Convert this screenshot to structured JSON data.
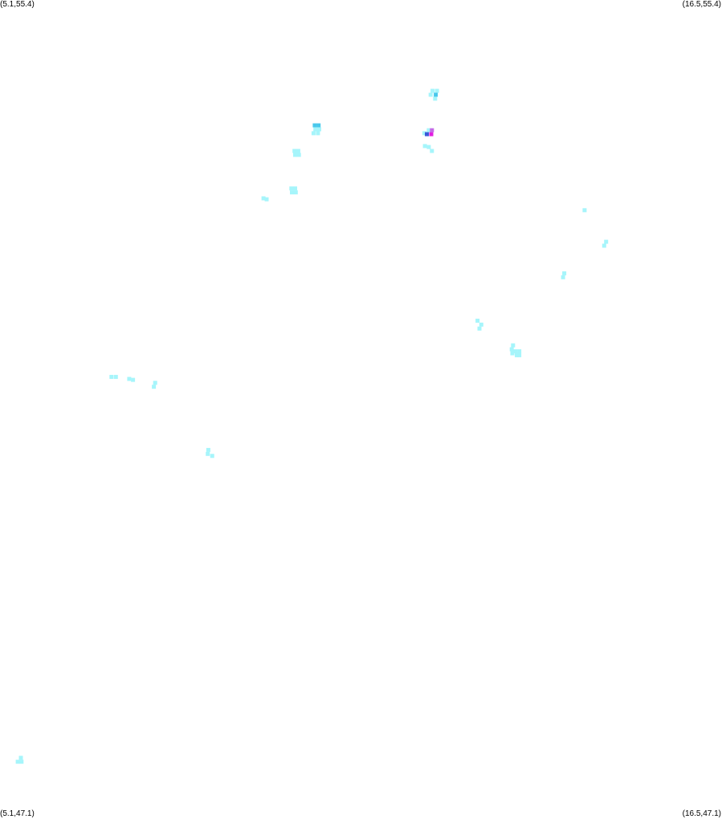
{
  "map": {
    "corners": {
      "top_left": "(5.1,55.4)",
      "top_right": "(16.5,55.4)",
      "bottom_left": "(5.1,47.1)",
      "bottom_right": "(16.5,47.1)"
    },
    "bounds": {
      "lon_min": 5.1,
      "lon_max": 16.5,
      "lat_min": 47.1,
      "lat_max": 55.4
    },
    "colors": {
      "background": "#ffffff",
      "low": "#a6f5fb",
      "mid": "#6ad8f0",
      "high": "#49c8ec",
      "blue": "#3a5bd8",
      "magenta": "#e21ee0",
      "violet": "#c46ae6"
    },
    "cells": [
      {
        "lon": 11.93,
        "lat": 54.48,
        "level": "low"
      },
      {
        "lon": 12.0,
        "lat": 54.48,
        "level": "low"
      },
      {
        "lon": 11.9,
        "lat": 54.44,
        "level": "low"
      },
      {
        "lon": 11.98,
        "lat": 54.44,
        "level": "high"
      },
      {
        "lon": 11.97,
        "lat": 54.4,
        "level": "low"
      },
      {
        "lon": 10.07,
        "lat": 54.13,
        "level": "high"
      },
      {
        "lon": 10.13,
        "lat": 54.13,
        "level": "high"
      },
      {
        "lon": 10.08,
        "lat": 54.09,
        "level": "low"
      },
      {
        "lon": 10.14,
        "lat": 54.09,
        "level": "low"
      },
      {
        "lon": 10.05,
        "lat": 54.05,
        "level": "low"
      },
      {
        "lon": 10.12,
        "lat": 54.05,
        "level": "low"
      },
      {
        "lon": 11.8,
        "lat": 54.05,
        "level": "low"
      },
      {
        "lon": 11.87,
        "lat": 54.08,
        "level": "low"
      },
      {
        "lon": 11.84,
        "lat": 54.04,
        "level": "blue"
      },
      {
        "lon": 11.91,
        "lat": 54.04,
        "level": "magenta"
      },
      {
        "lon": 11.92,
        "lat": 54.08,
        "level": "violet"
      },
      {
        "lon": 11.81,
        "lat": 53.92,
        "level": "low"
      },
      {
        "lon": 11.87,
        "lat": 53.91,
        "level": "low"
      },
      {
        "lon": 11.92,
        "lat": 53.87,
        "level": "low"
      },
      {
        "lon": 9.75,
        "lat": 53.87,
        "level": "low"
      },
      {
        "lon": 9.81,
        "lat": 53.87,
        "level": "low"
      },
      {
        "lon": 9.76,
        "lat": 53.83,
        "level": "low"
      },
      {
        "lon": 9.82,
        "lat": 53.83,
        "level": "low"
      },
      {
        "lon": 9.7,
        "lat": 53.49,
        "level": "low"
      },
      {
        "lon": 9.76,
        "lat": 53.49,
        "level": "low"
      },
      {
        "lon": 9.71,
        "lat": 53.45,
        "level": "low"
      },
      {
        "lon": 9.77,
        "lat": 53.45,
        "level": "low"
      },
      {
        "lon": 9.26,
        "lat": 53.39,
        "level": "low"
      },
      {
        "lon": 9.31,
        "lat": 53.38,
        "level": "low"
      },
      {
        "lon": 14.33,
        "lat": 53.27,
        "level": "low"
      },
      {
        "lon": 14.67,
        "lat": 52.95,
        "level": "low"
      },
      {
        "lon": 14.64,
        "lat": 52.91,
        "level": "low"
      },
      {
        "lon": 14.01,
        "lat": 52.63,
        "level": "low"
      },
      {
        "lon": 13.99,
        "lat": 52.59,
        "level": "low"
      },
      {
        "lon": 12.64,
        "lat": 52.15,
        "level": "low"
      },
      {
        "lon": 12.7,
        "lat": 52.11,
        "level": "low"
      },
      {
        "lon": 12.67,
        "lat": 52.07,
        "level": "low"
      },
      {
        "lon": 13.2,
        "lat": 51.9,
        "level": "low"
      },
      {
        "lon": 13.18,
        "lat": 51.86,
        "level": "low"
      },
      {
        "lon": 13.24,
        "lat": 51.84,
        "level": "low"
      },
      {
        "lon": 13.3,
        "lat": 51.84,
        "level": "low"
      },
      {
        "lon": 13.19,
        "lat": 51.82,
        "level": "low"
      },
      {
        "lon": 13.26,
        "lat": 51.8,
        "level": "low"
      },
      {
        "lon": 13.3,
        "lat": 51.8,
        "level": "low"
      },
      {
        "lon": 6.86,
        "lat": 51.58,
        "level": "low"
      },
      {
        "lon": 6.93,
        "lat": 51.58,
        "level": "low"
      },
      {
        "lon": 7.14,
        "lat": 51.56,
        "level": "low"
      },
      {
        "lon": 7.2,
        "lat": 51.55,
        "level": "low"
      },
      {
        "lon": 7.55,
        "lat": 51.52,
        "level": "low"
      },
      {
        "lon": 7.53,
        "lat": 51.48,
        "level": "low"
      },
      {
        "lon": 8.39,
        "lat": 50.84,
        "level": "low"
      },
      {
        "lon": 8.38,
        "lat": 50.8,
        "level": "low"
      },
      {
        "lon": 8.45,
        "lat": 50.78,
        "level": "low"
      },
      {
        "lon": 5.43,
        "lat": 47.72,
        "level": "low"
      },
      {
        "lon": 5.38,
        "lat": 47.68,
        "level": "low"
      },
      {
        "lon": 5.44,
        "lat": 47.68,
        "level": "low"
      }
    ]
  }
}
